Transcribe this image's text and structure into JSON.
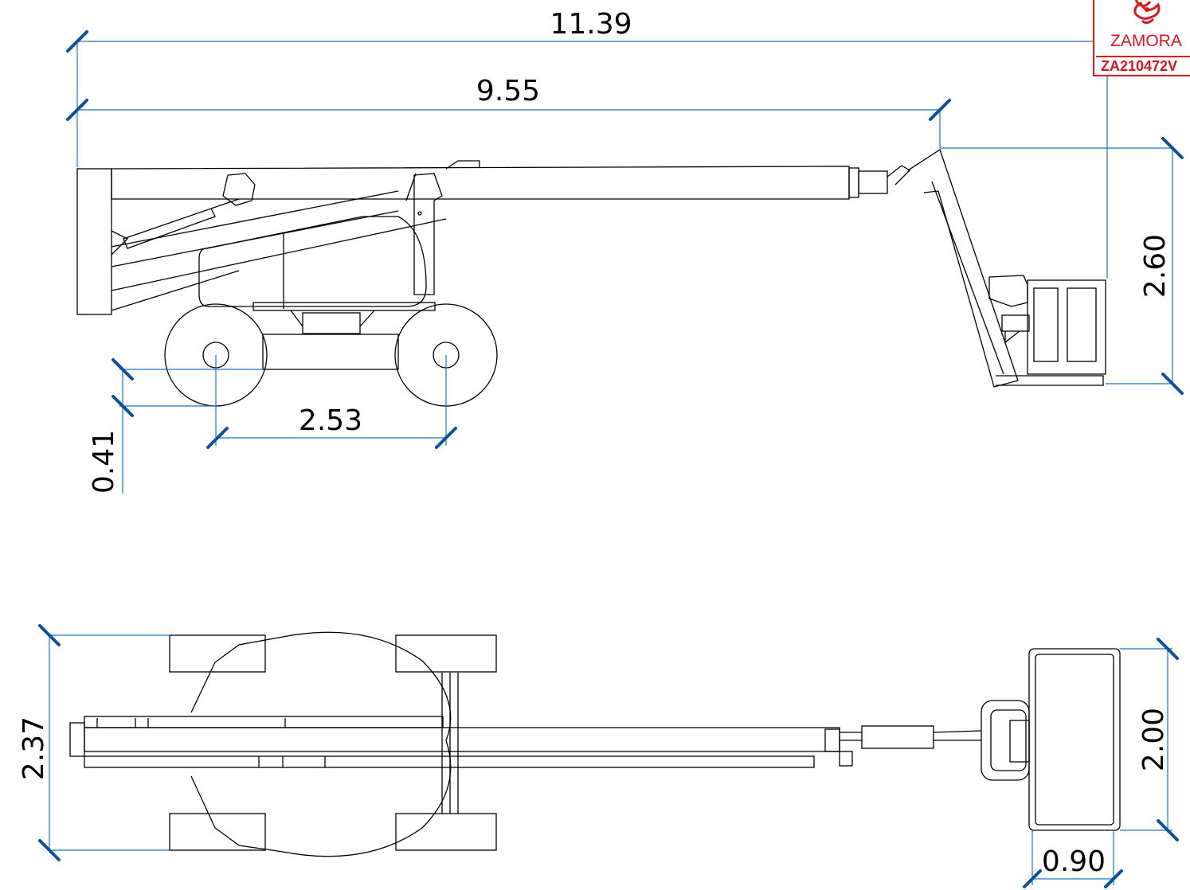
{
  "drawing": {
    "side_view": {
      "overall_length": "11.39",
      "boom_length": "9.55",
      "wheelbase": "2.53",
      "ground_clearance": "0.41",
      "platform_height_offset": "2.60"
    },
    "top_view": {
      "overall_width": "2.37",
      "platform_width": "2.00",
      "platform_depth": "0.90"
    }
  },
  "stamp": {
    "city": "ZAMORA",
    "code": "ZA210472V"
  },
  "colors": {
    "dimension_line": "#1a73c7",
    "dimension_tick": "#0a4fa0",
    "drawing_line": "#000000",
    "stamp": "#e0141c"
  }
}
